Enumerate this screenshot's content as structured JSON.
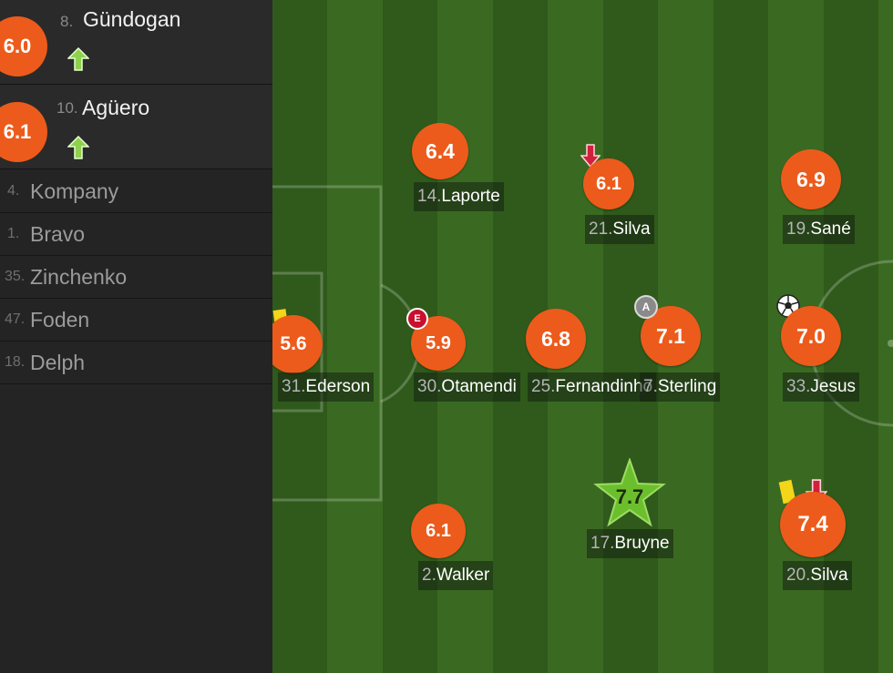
{
  "colors": {
    "rating": "#ec5b1b",
    "sidebar": "#242424",
    "pitch_dark": "#2f5a1b",
    "pitch_light": "#3a6a22",
    "star": "#6bbf2d"
  },
  "substitutes_in": [
    {
      "number": "8.",
      "name": "Gündogan",
      "rating": "6.0",
      "icon": "sub-in-arrow-icon"
    },
    {
      "number": "10.",
      "name": "Agüero",
      "rating": "6.1",
      "icon": "sub-in-arrow-icon"
    }
  ],
  "bench": [
    {
      "number": "4.",
      "name": "Kompany"
    },
    {
      "number": "1.",
      "name": "Bravo"
    },
    {
      "number": "35.",
      "name": "Zinchenko"
    },
    {
      "number": "47.",
      "name": "Foden"
    },
    {
      "number": "18.",
      "name": "Delph"
    }
  ],
  "players": {
    "ederson": {
      "number": "31.",
      "name": "Ederson",
      "rating": "5.6",
      "icons": [
        "yellow-card-icon"
      ]
    },
    "laporte": {
      "number": "14.",
      "name": "Laporte",
      "rating": "6.4"
    },
    "otamendi": {
      "number": "30.",
      "name": "Otamendi",
      "rating": "5.9",
      "icons": [
        "error-icon"
      ],
      "error_letter": "E"
    },
    "walker": {
      "number": "2.",
      "name": "Walker",
      "rating": "6.1"
    },
    "fernandinho": {
      "number": "25.",
      "name": "Fernandinho",
      "rating": "6.8"
    },
    "silva21": {
      "number": "21.",
      "name": "Silva",
      "rating": "6.1",
      "icons": [
        "sub-out-arrow-icon"
      ]
    },
    "sterling": {
      "number": "7.",
      "name": "Sterling",
      "rating": "7.1",
      "icons": [
        "assist-icon"
      ],
      "assist_letter": "A"
    },
    "bruyne": {
      "number": "17.",
      "name": "Bruyne",
      "rating": "7.7",
      "icons": [
        "man-of-match-star-icon"
      ]
    },
    "sane": {
      "number": "19.",
      "name": "Sané",
      "rating": "6.9"
    },
    "jesus": {
      "number": "33.",
      "name": "Jesus",
      "rating": "7.0",
      "icons": [
        "goal-ball-icon"
      ]
    },
    "silva20": {
      "number": "20.",
      "name": "Silva",
      "rating": "7.4",
      "icons": [
        "yellow-card-icon",
        "sub-out-arrow-icon"
      ]
    }
  }
}
